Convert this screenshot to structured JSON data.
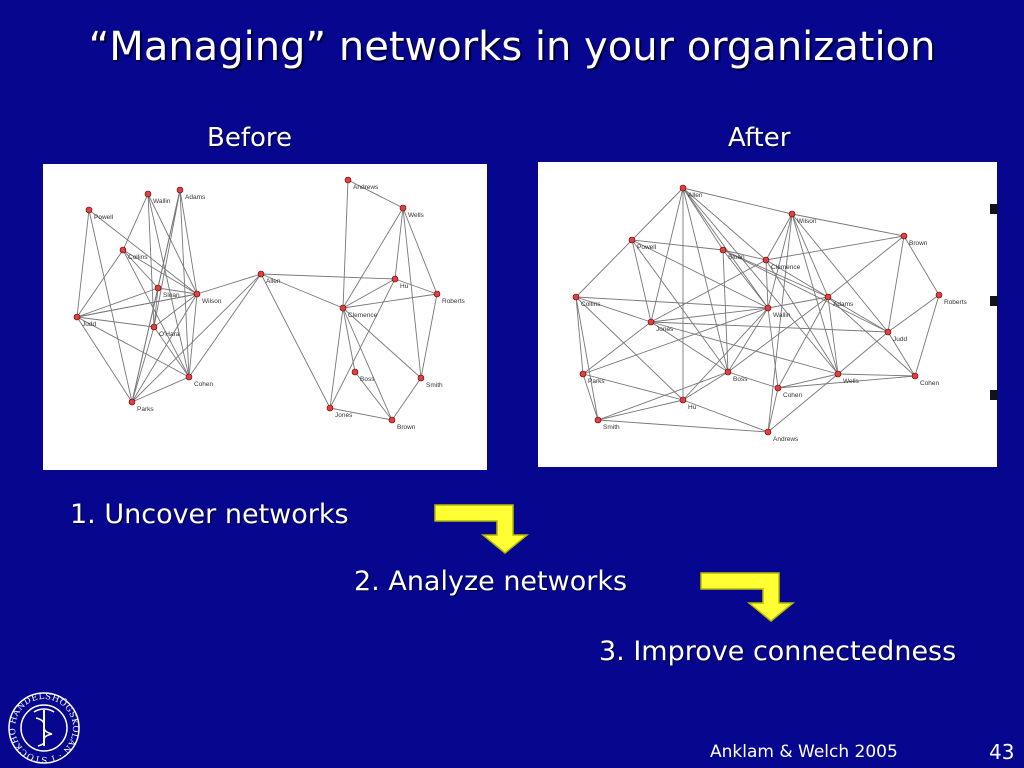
{
  "slide": {
    "title": "“Managing” networks in your organization",
    "before_label": "Before",
    "after_label": "After",
    "steps": [
      "1. Uncover networks",
      "2. Analyze networks",
      "3. Improve connectedness"
    ],
    "footer": "Anklam & Welch 2005",
    "page_number": "43"
  },
  "before_network": {
    "nodes": [
      {
        "name": "Powell"
      },
      {
        "name": "Wallin"
      },
      {
        "name": "Adams"
      },
      {
        "name": "Andrews"
      },
      {
        "name": "Wells"
      },
      {
        "name": "Collins"
      },
      {
        "name": "Sloan"
      },
      {
        "name": "Wilson"
      },
      {
        "name": "Allen"
      },
      {
        "name": "Hu"
      },
      {
        "name": "Roberts"
      },
      {
        "name": "Judd"
      },
      {
        "name": "O'Hara"
      },
      {
        "name": "Clemence"
      },
      {
        "name": "Cohen"
      },
      {
        "name": "Brown"
      },
      {
        "name": "Smith"
      },
      {
        "name": "Parks"
      },
      {
        "name": "Jones"
      },
      {
        "name": "Boss"
      }
    ]
  },
  "after_network": {
    "nodes": [
      {
        "name": "Allen"
      },
      {
        "name": "Wilson"
      },
      {
        "name": "Powell"
      },
      {
        "name": "Sloan"
      },
      {
        "name": "Brown"
      },
      {
        "name": "Clemence"
      },
      {
        "name": "Roberts"
      },
      {
        "name": "Collins"
      },
      {
        "name": "Jones"
      },
      {
        "name": "Wallin"
      },
      {
        "name": "Adams"
      },
      {
        "name": "Judd"
      },
      {
        "name": "Boss"
      },
      {
        "name": "Parks"
      },
      {
        "name": "Hu"
      },
      {
        "name": "Wells"
      },
      {
        "name": "Cohen"
      },
      {
        "name": "Smith"
      },
      {
        "name": "Andrews"
      },
      {
        "name": "Cohen"
      }
    ]
  }
}
